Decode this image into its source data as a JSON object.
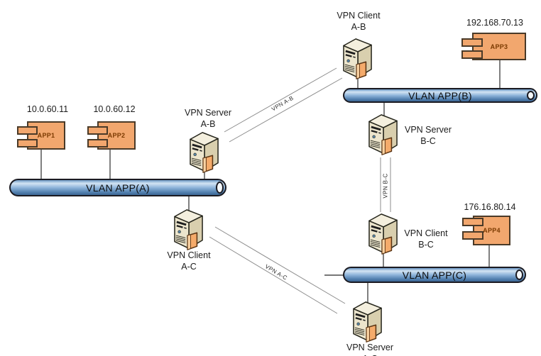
{
  "nodes": {
    "vpn_client_ab": {
      "line1": "VPN Client",
      "line2": "A-B"
    },
    "vpn_server_ab": {
      "line1": "VPN Server",
      "line2": "A-B"
    },
    "vpn_server_bc": {
      "line1": "VPN Server",
      "line2": "B-C"
    },
    "vpn_client_bc": {
      "line1": "VPN Client",
      "line2": "B-C"
    },
    "vpn_client_ac": {
      "line1": "VPN Client",
      "line2": "A-C"
    },
    "vpn_server_ac": {
      "line1": "VPN Server",
      "line2": "A-C"
    }
  },
  "apps": {
    "app1": {
      "ip": "10.0.60.11",
      "name": "APP1"
    },
    "app2": {
      "ip": "10.0.60.12",
      "name": "APP2"
    },
    "app3": {
      "ip": "192.168.70.13",
      "name": "APP3"
    },
    "app4": {
      "ip": "176.16.80.14",
      "name": "APP4"
    }
  },
  "vlans": {
    "a": {
      "label": "VLAN APP(A)"
    },
    "b": {
      "label": "VLAN APP(B)"
    },
    "c": {
      "label": "VLAN APP(C)"
    }
  },
  "links": {
    "ab": {
      "label": "VPN A-B"
    },
    "bc": {
      "label": "VPN B-C"
    },
    "ac": {
      "label": "VPN A-C"
    }
  },
  "colors": {
    "component_fill": "#f2a76e",
    "component_border": "#4a3a28",
    "pipe_blue_top": "#6b97c4",
    "pipe_blue_highlight": "#d3e4f3",
    "pipe_blue_bottom": "#3c6694",
    "server_front": "#ece5cd",
    "server_side": "#d9cfae",
    "server_top": "#f4efde",
    "card_orange": "#f5ab6b",
    "background": "#ffffff"
  }
}
